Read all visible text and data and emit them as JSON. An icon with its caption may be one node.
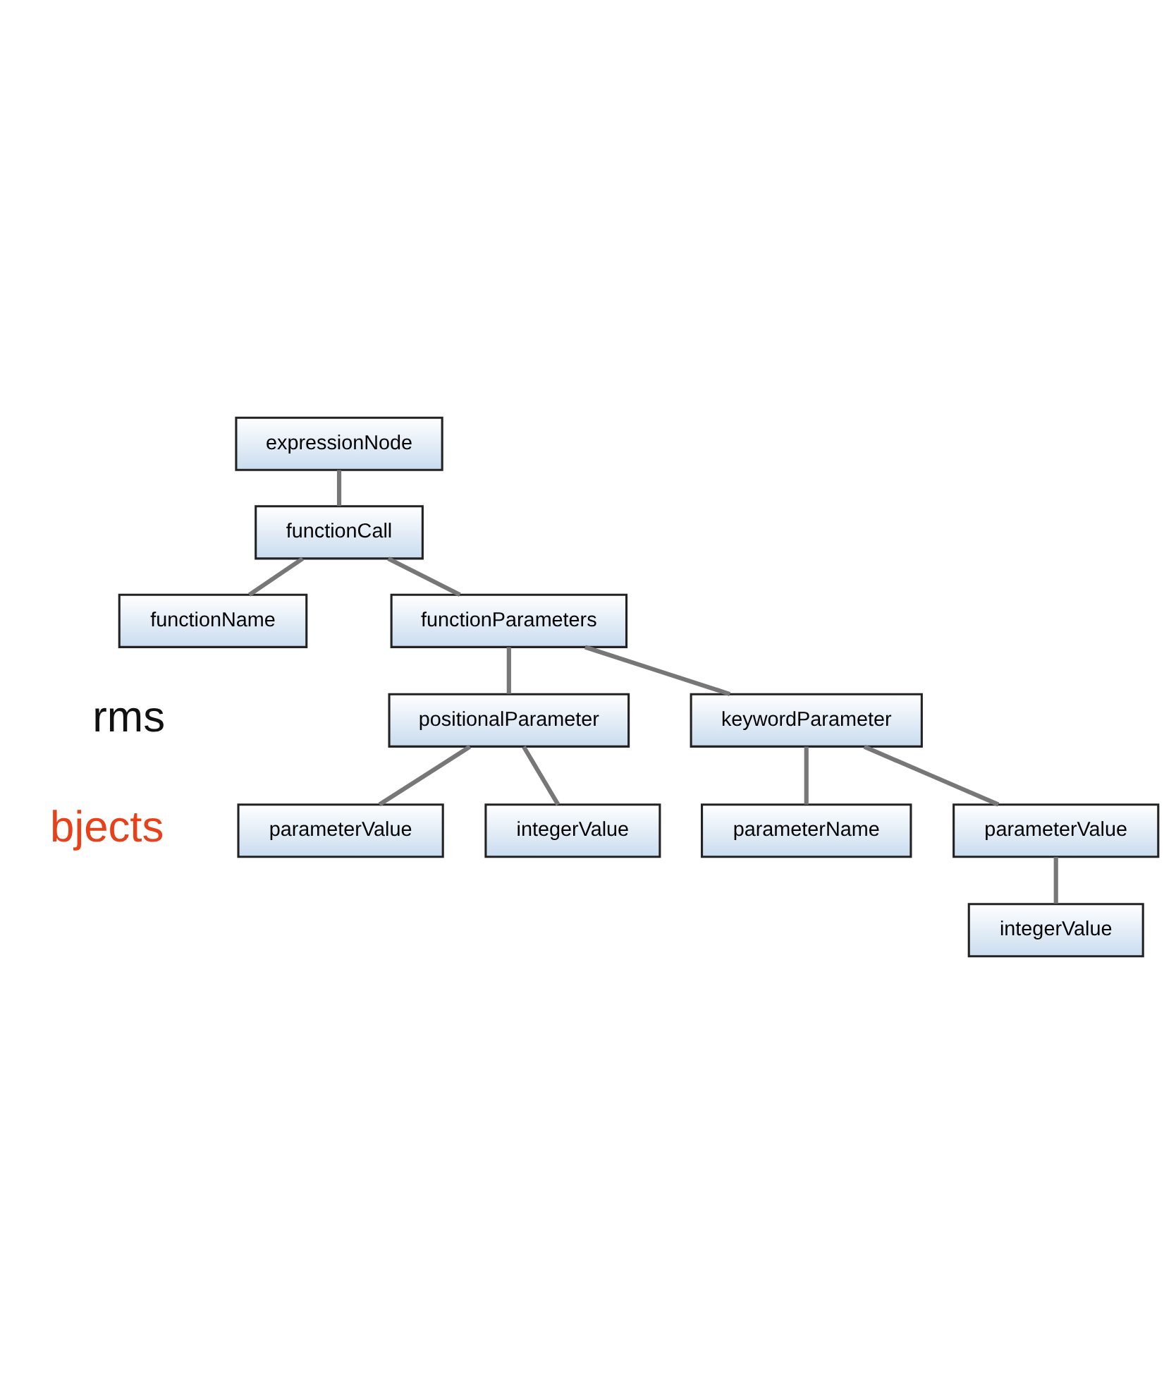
{
  "diagram": {
    "nodes": [
      {
        "text": [
          "expressionNode"
        ]
      },
      {
        "text": [
          "functionCall"
        ]
      },
      {
        "text": [
          "functionName"
        ]
      },
      {
        "text": [
          "functionParameters"
        ]
      },
      {
        "text": [
          "positionalParameter"
        ]
      },
      {
        "text": [
          "parameterValue"
        ]
      },
      {
        "text": [
          "integerValue"
        ]
      },
      {
        "text": [
          "keywordParameter"
        ]
      },
      {
        "text": [
          "parameterName"
        ]
      },
      {
        "text": [
          "parameterValue"
        ]
      },
      {
        "text": [
          "integerValue"
        ]
      }
    ],
    "edges": [
      {
        "from": 0,
        "to": 1,
        "arrow": "none"
      },
      {
        "from": 1,
        "to": 2,
        "arrow": "none"
      },
      {
        "from": 1,
        "to": 3,
        "arrow": "none"
      },
      {
        "from": 3,
        "to": 4,
        "arrow": "none"
      },
      {
        "from": 4,
        "to": 5,
        "arrow": "none"
      },
      {
        "from": 4,
        "to": 6,
        "arrow": "none"
      },
      {
        "from": 3,
        "to": 7,
        "arrow": "none"
      },
      {
        "from": 7,
        "to": 8,
        "arrow": "none"
      },
      {
        "from": 7,
        "to": 9,
        "arrow": "none"
      },
      {
        "from": 9,
        "to": 10,
        "arrow": "none"
      }
    ],
    "labels": [
      "rms",
      "bjects"
    ]
  }
}
